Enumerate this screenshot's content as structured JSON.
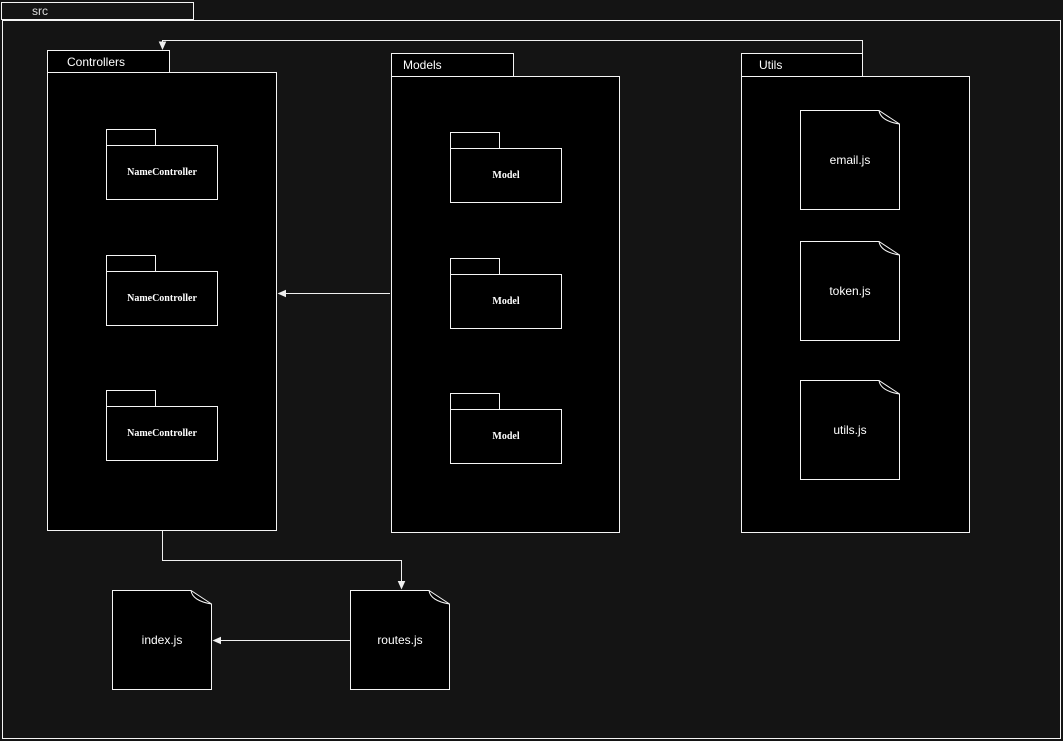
{
  "colors": {
    "canvas_bg": "#141414",
    "shape_fill": "#000000",
    "stroke": "#f5f5f5",
    "text": "#ffffff"
  },
  "root_package": {
    "label": "src"
  },
  "packages": [
    {
      "label": "Controllers"
    },
    {
      "label": "Models"
    },
    {
      "label": "Utils"
    }
  ],
  "controllers_items": [
    {
      "label": "NameController"
    },
    {
      "label": "NameController"
    },
    {
      "label": "NameController"
    }
  ],
  "models_items": [
    {
      "label": "Model"
    },
    {
      "label": "Model"
    },
    {
      "label": "Model"
    }
  ],
  "utils_files": [
    {
      "label": "email.js"
    },
    {
      "label": "token.js"
    },
    {
      "label": "utils.js"
    }
  ],
  "root_files": [
    {
      "label": "index.js"
    },
    {
      "label": "routes.js"
    }
  ],
  "edges": [
    {
      "from": "Utils",
      "to": "Controllers",
      "style": "orthogonal-arrow"
    },
    {
      "from": "Models",
      "to": "Controllers",
      "style": "straight-arrow"
    },
    {
      "from": "Controllers",
      "to": "routes.js",
      "style": "orthogonal-arrow"
    },
    {
      "from": "routes.js",
      "to": "index.js",
      "style": "straight-arrow"
    }
  ]
}
